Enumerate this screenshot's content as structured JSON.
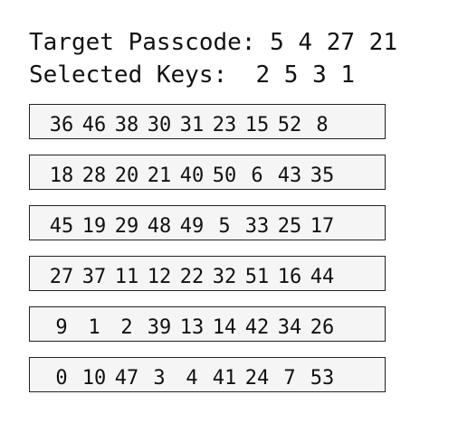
{
  "header": {
    "target_label": "Target Passcode:",
    "target_values": "5 4 27 21",
    "selected_label": "Selected Keys:",
    "selected_values": "2 5 3 1"
  },
  "keypad": {
    "rows": [
      [
        "36",
        "46",
        "38",
        "30",
        "31",
        "23",
        "15",
        "52",
        "8"
      ],
      [
        "18",
        "28",
        "20",
        "21",
        "40",
        "50",
        "6",
        "43",
        "35"
      ],
      [
        "45",
        "19",
        "29",
        "48",
        "49",
        "5",
        "33",
        "25",
        "17"
      ],
      [
        "27",
        "37",
        "11",
        "12",
        "22",
        "32",
        "51",
        "16",
        "44"
      ],
      [
        "9",
        "1",
        "2",
        "39",
        "13",
        "14",
        "42",
        "34",
        "26"
      ],
      [
        "0",
        "10",
        "47",
        "3",
        "4",
        "41",
        "24",
        "7",
        "53"
      ]
    ]
  },
  "colors": {
    "row_background": "#f5f5f5",
    "row_border": "#222222",
    "text": "#111111"
  }
}
